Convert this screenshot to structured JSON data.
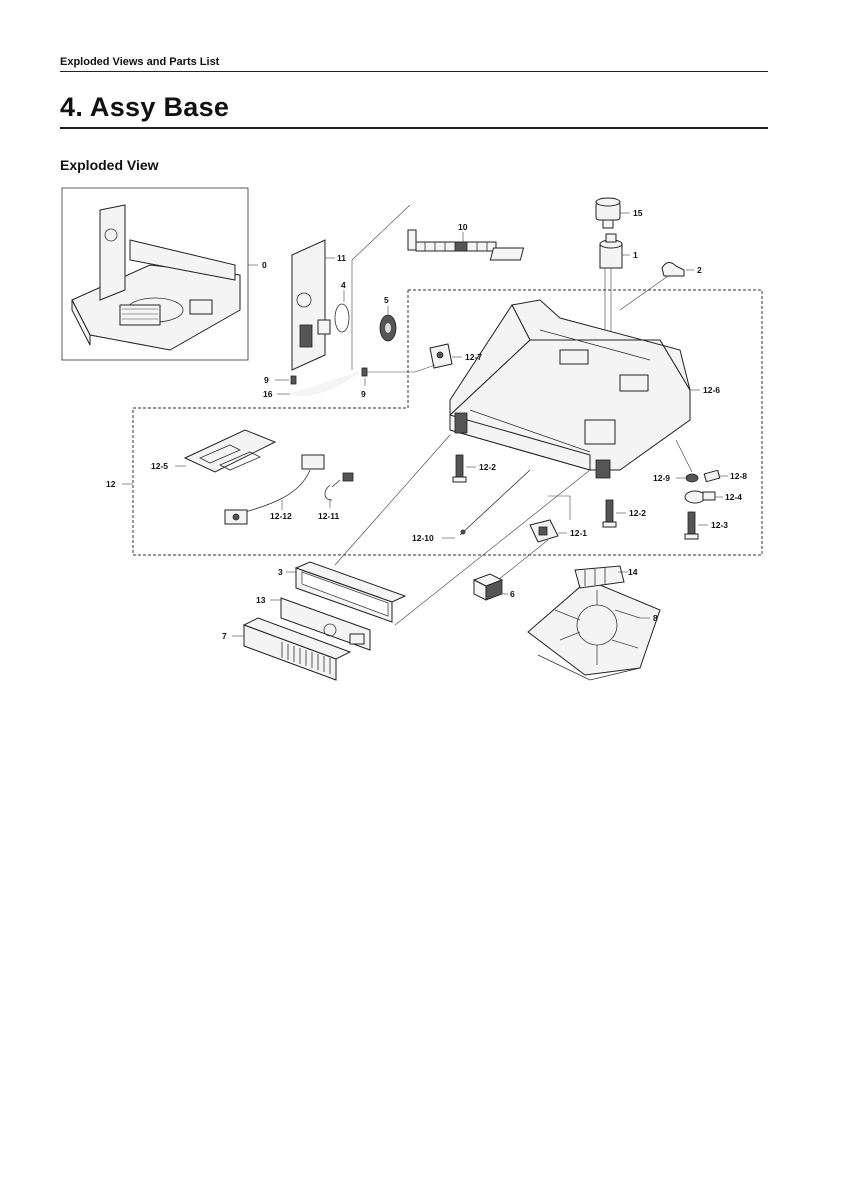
{
  "header": {
    "running_head": "Exploded Views and Parts List"
  },
  "section": {
    "title": "4.  Assy Base",
    "subtitle": "Exploded View"
  },
  "callouts": {
    "c0": "0",
    "c1": "1",
    "c2": "2",
    "c3": "3",
    "c4": "4",
    "c5": "5",
    "c6": "6",
    "c7": "7",
    "c8": "8",
    "c9a": "9",
    "c9b": "9",
    "c10": "10",
    "c11": "11",
    "c12": "12",
    "c13": "13",
    "c14": "14",
    "c15": "15",
    "c16": "16",
    "c12_1": "12-1",
    "c12_2a": "12-2",
    "c12_2b": "12-2",
    "c12_3": "12-3",
    "c12_4": "12-4",
    "c12_5": "12-5",
    "c12_6": "12-6",
    "c12_7": "12-7",
    "c12_8": "12-8",
    "c12_9": "12-9",
    "c12_10": "12-10",
    "c12_11": "12-11",
    "c12_12": "12-12"
  }
}
